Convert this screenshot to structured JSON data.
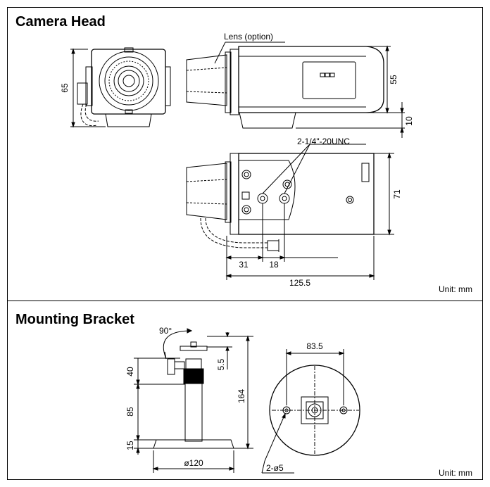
{
  "camera_head": {
    "title": "Camera Head",
    "lens_label": "Lens (option)",
    "thread_label": "2-1/4\"-20UNC",
    "dims": {
      "front_height": "65",
      "side_height": "55",
      "base_height": "10",
      "bottom_depth": "71",
      "offset_a": "31",
      "offset_b": "18",
      "total_length": "125.5"
    },
    "unit": "Unit: mm"
  },
  "mounting_bracket": {
    "title": "Mounting Bracket",
    "dims": {
      "angle": "90°",
      "top_section": "40",
      "pole": "85",
      "base": "15",
      "head_offset": "5.5",
      "total_height": "164",
      "base_diameter": "ø120",
      "hole_spacing": "83.5",
      "holes": "2-ø5"
    },
    "unit": "Unit: mm"
  }
}
